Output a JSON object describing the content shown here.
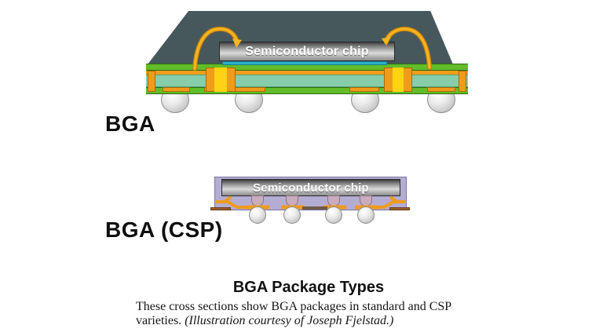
{
  "figure": {
    "bga": {
      "label": "BGA",
      "chip_label": "Semiconductor chip"
    },
    "csp": {
      "label": "BGA (CSP)",
      "chip_label": "Semiconductor chip"
    },
    "caption": {
      "title": "BGA Package Types",
      "line1": "These cross sections show BGA packages in standard and CSP",
      "line2_regular": "varieties. ",
      "line2_italic": "(Illustration courtesy of Joseph Fjelstad.)"
    },
    "colors": {
      "mold_cap": "#46585c",
      "solder_mask_green": "#63bc29",
      "core_mint": "#88cdaa",
      "copper_orange": "#f09c1b",
      "via_yellow": "#ffd312",
      "die_attach_cyan": "#2ab2c8",
      "chip_silver": "#a8a8a8",
      "csp_body_lavender": "#b4add3",
      "bump_pink": "#c9adbd",
      "solder_ball_gray": "#d9d9d9",
      "bond_wire_gold": "#f4b41f",
      "background": "#ffffff"
    }
  }
}
